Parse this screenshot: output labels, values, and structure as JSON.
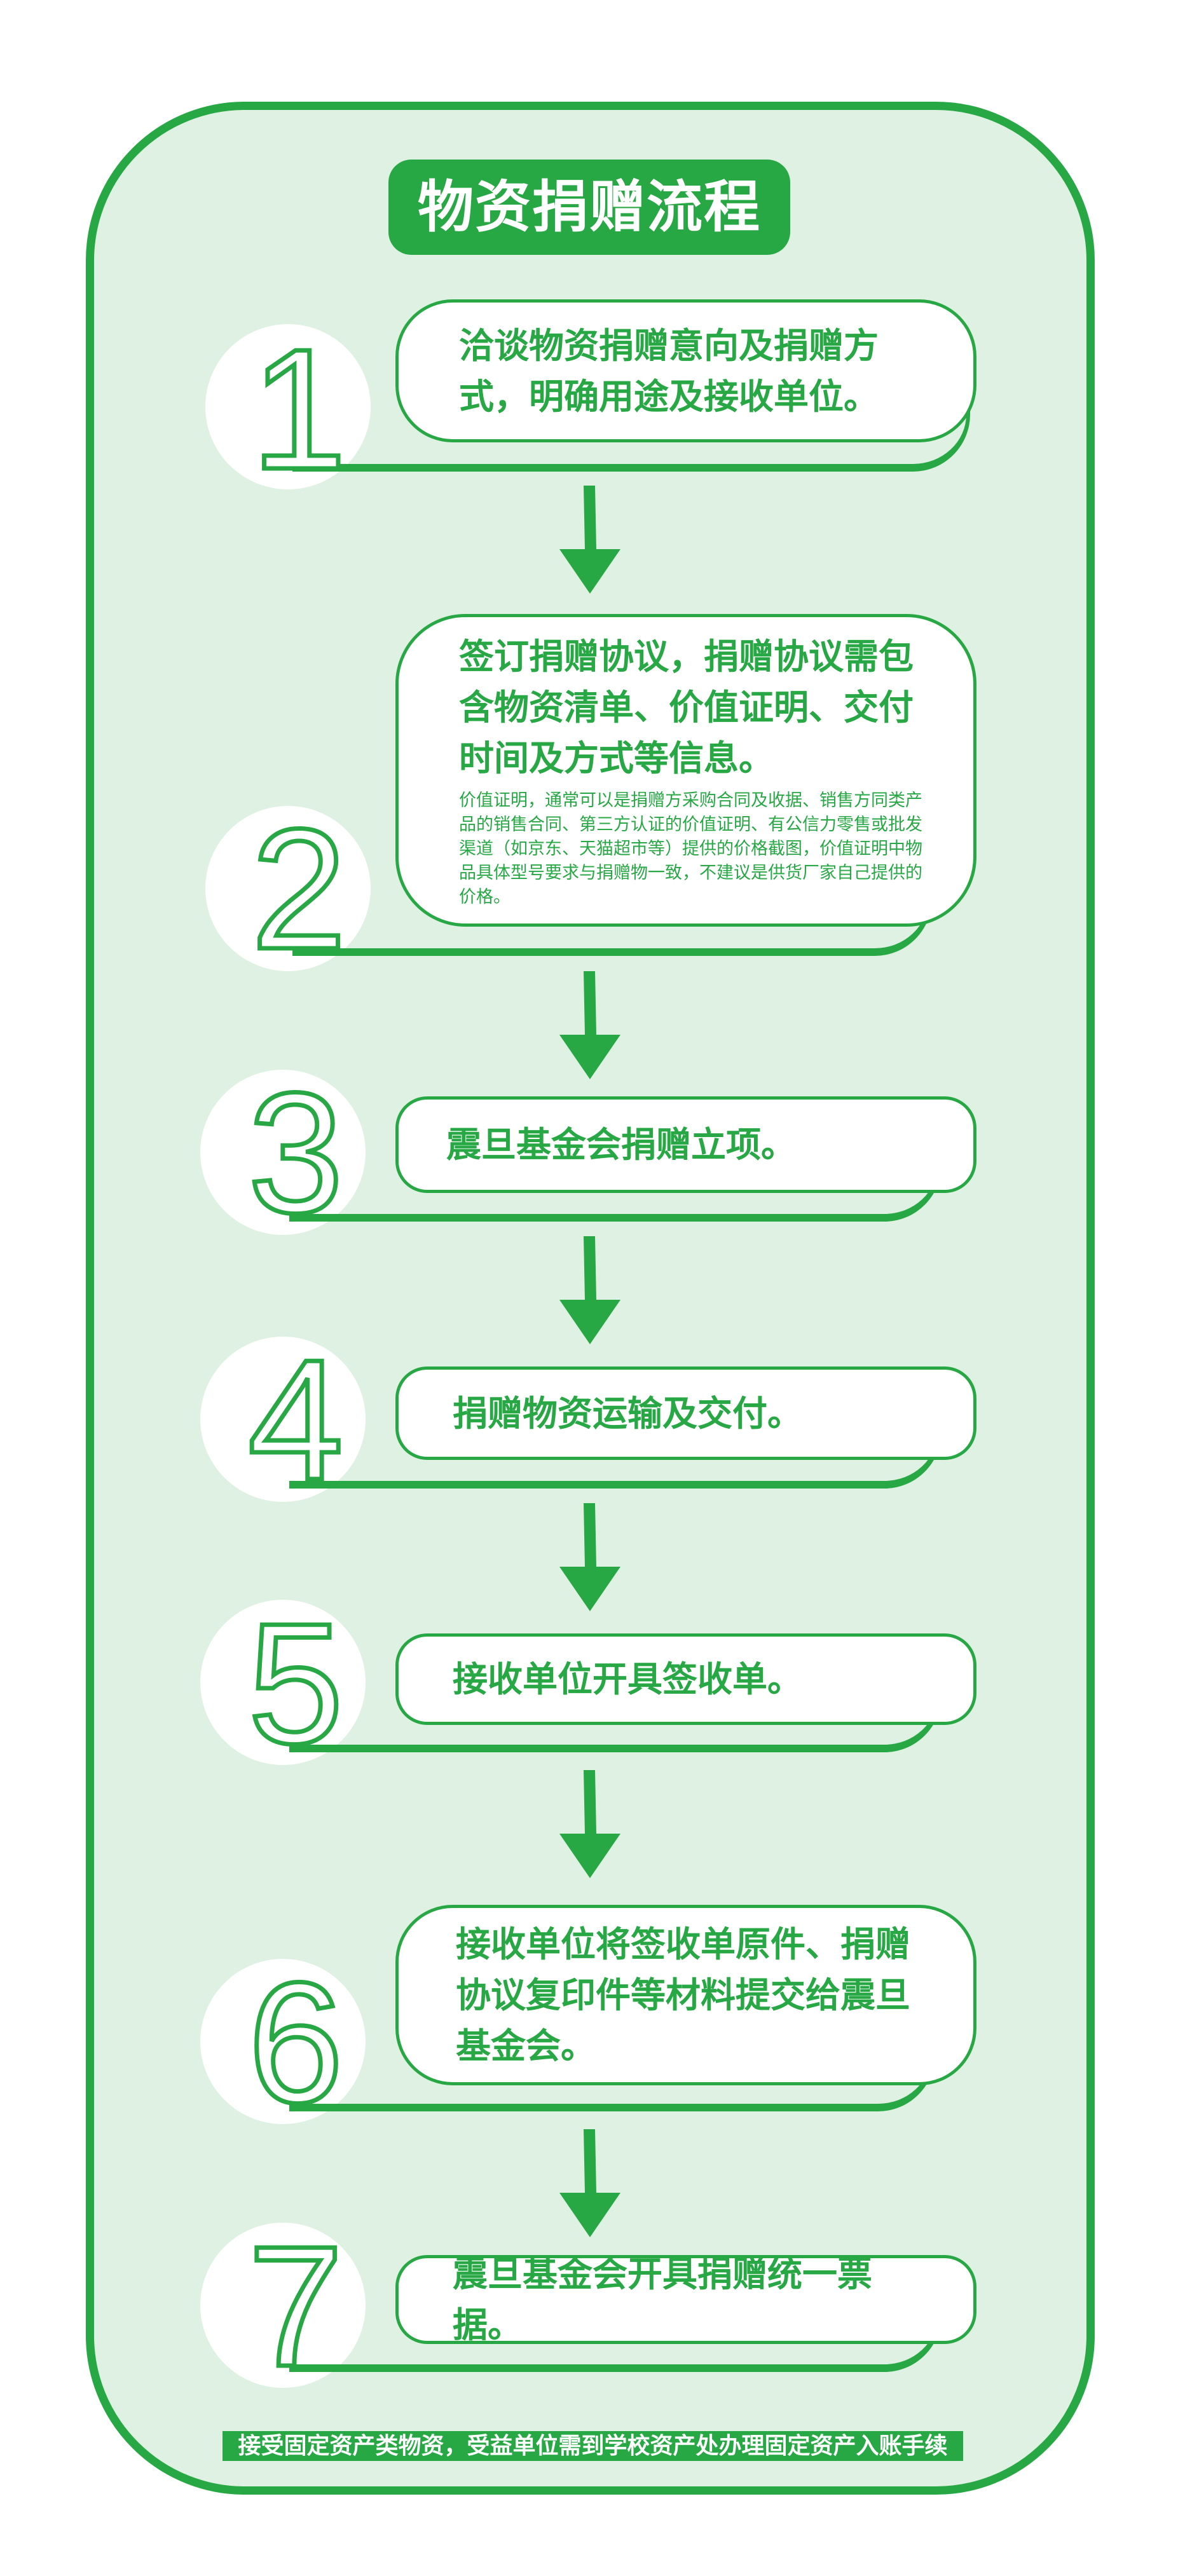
{
  "title": "物资捐赠流程",
  "steps": [
    {
      "number": "1",
      "text": "洽谈物资捐赠意向及捐赠方式，明确用途及接收单位。"
    },
    {
      "number": "2",
      "text": "签订捐赠协议，捐赠协议需包含物资清单、价值证明、交付时间及方式等信息。",
      "note": "价值证明，通常可以是捐赠方采购合同及收据、销售方同类产品的销售合同、第三方认证的价值证明、有公信力零售或批发渠道（如京东、天猫超市等）提供的价格截图，价值证明中物品具体型号要求与捐赠物一致，不建议是供货厂家自己提供的价格。"
    },
    {
      "number": "3",
      "text": "震旦基金会捐赠立项。"
    },
    {
      "number": "4",
      "text": "捐赠物资运输及交付。"
    },
    {
      "number": "5",
      "text": "接收单位开具签收单。"
    },
    {
      "number": "6",
      "text": "接收单位将签收单原件、捐赠协议复印件等材料提交给震旦基金会。"
    },
    {
      "number": "7",
      "text": "震旦基金会开具捐赠统一票据。"
    }
  ],
  "footer": "接受固定资产类物资，受益单位需到学校资产处办理固定资产入账手续",
  "colors": {
    "accent": "#27a844",
    "panel_bg": "#dff1e2"
  }
}
